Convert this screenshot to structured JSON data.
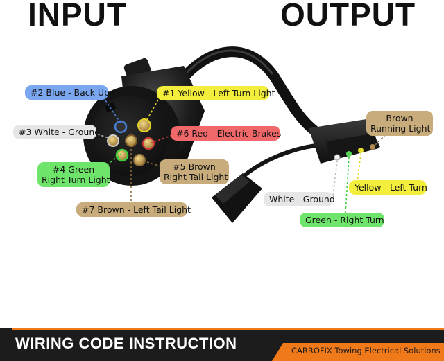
{
  "headings": {
    "input": "INPUT",
    "output": "OUTPUT"
  },
  "input_labels": {
    "blue": {
      "text": "#2 Blue - Back Up",
      "color": "#7aa7f0"
    },
    "white": {
      "text": "#3 White - Ground",
      "color": "#e6e6e6"
    },
    "green": {
      "line1": "#4 Green",
      "line2": "Right Turn Light",
      "color": "#6fe46a"
    },
    "brown7": {
      "text": "#7 Brown - Left Tail Light",
      "color": "#c9ac7c"
    },
    "yellow": {
      "text": "#1 Yellow - Left Turn Light",
      "color": "#f3ee3c"
    },
    "red": {
      "text": "#6 Red - Electric Brakes",
      "color": "#f0686a"
    },
    "brown5": {
      "line1": "#5 Brown",
      "line2": "Right Tail Light",
      "color": "#c9ac7c"
    }
  },
  "output_labels": {
    "brown": {
      "line1": "Brown",
      "line2": "Running Light",
      "color": "#c9ac7c"
    },
    "yellow": {
      "text": "Yellow - Left Turn",
      "color": "#f3ee3c"
    },
    "white": {
      "text": "White - Ground",
      "color": "#e6e6e6"
    },
    "green": {
      "text": "Green - Right Turn",
      "color": "#6fe46a"
    }
  },
  "footer": {
    "title": "WIRING CODE INSTRUCTION",
    "brand": "CARROFIX Towing Electrical Solutions",
    "accent_color": "#f07a1a",
    "bar_color": "#1c1c1c"
  }
}
